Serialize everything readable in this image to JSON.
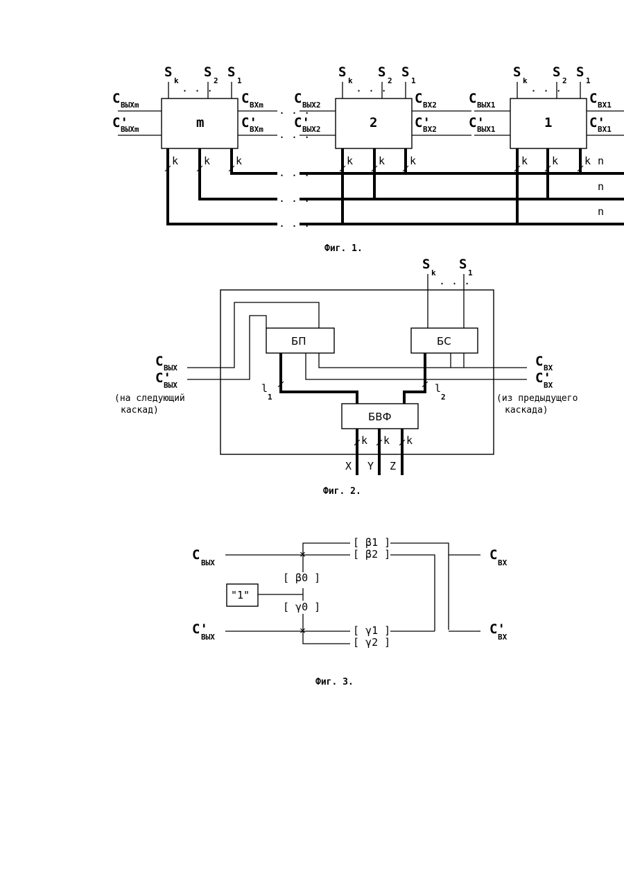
{
  "fig1": {
    "caption": "Фиг. 1.",
    "cascades": [
      {
        "label": "m",
        "out_main": "C",
        "out_main_sub": "ВЫХm",
        "out_alt": "C'",
        "out_alt_sub": "ВЫХm",
        "in_main": "C",
        "in_main_sub": "BXm",
        "in_alt": "C'",
        "in_alt_sub": "BXm"
      },
      {
        "label": "2",
        "out_main": "C",
        "out_main_sub": "ВЫХ2",
        "out_alt": "C'",
        "out_alt_sub": "ВЫХ2",
        "in_main": "C",
        "in_main_sub": "BX2",
        "in_alt": "C'",
        "in_alt_sub": "BX2"
      },
      {
        "label": "1",
        "out_main": "C",
        "out_main_sub": "ВЫХ1",
        "out_alt": "C'",
        "out_alt_sub": "ВЫХ1",
        "in_main": "C",
        "in_main_sub": "BX1",
        "in_alt": "C'",
        "in_alt_sub": "BX1"
      }
    ],
    "s_labels": [
      "S",
      "k",
      "S",
      "2",
      "S",
      "1"
    ],
    "dots": ". . .",
    "k": "k",
    "n": "n"
  },
  "fig2": {
    "caption": "Фиг. 2.",
    "bp": "БП",
    "bs": "БС",
    "bvf": "БВФ",
    "sk": "S",
    "sk_sub": "k",
    "s1": "S",
    "s1_sub": "1",
    "dots": ". . .",
    "c_out": "C",
    "c_out_sub": "ВЫХ",
    "c_out_alt": "C'",
    "c_out_alt_sub": "ВЫХ",
    "c_in": "C",
    "c_in_sub": "ВХ",
    "c_in_alt": "C'",
    "c_in_alt_sub": "ВХ",
    "note_left_1": "(на следующий",
    "note_left_2": "каскад)",
    "note_right_1": "(из предыдущего",
    "note_right_2": "каскада)",
    "l1": "l",
    "l1_sub": "1",
    "l2": "l",
    "l2_sub": "2",
    "k": "k",
    "x": "X",
    "y": "Y",
    "z": "Z"
  },
  "fig3": {
    "caption": "Фиг. 3.",
    "one": "\"1\"",
    "c_out": "C",
    "c_out_sub": "ВЫХ",
    "c_out_alt": "C'",
    "c_out_alt_sub": "ВЫХ",
    "c_in": "C",
    "c_in_sub": "ВХ",
    "c_in_alt": "C'",
    "c_in_alt_sub": "ВХ",
    "beta1": "[ β1 ]",
    "beta2": "[ β2 ]",
    "beta0": "[ β0 ]",
    "gamma0": "[ γ0 ]",
    "gamma1": "[ γ1 ]",
    "gamma2": "[ γ2 ]"
  }
}
